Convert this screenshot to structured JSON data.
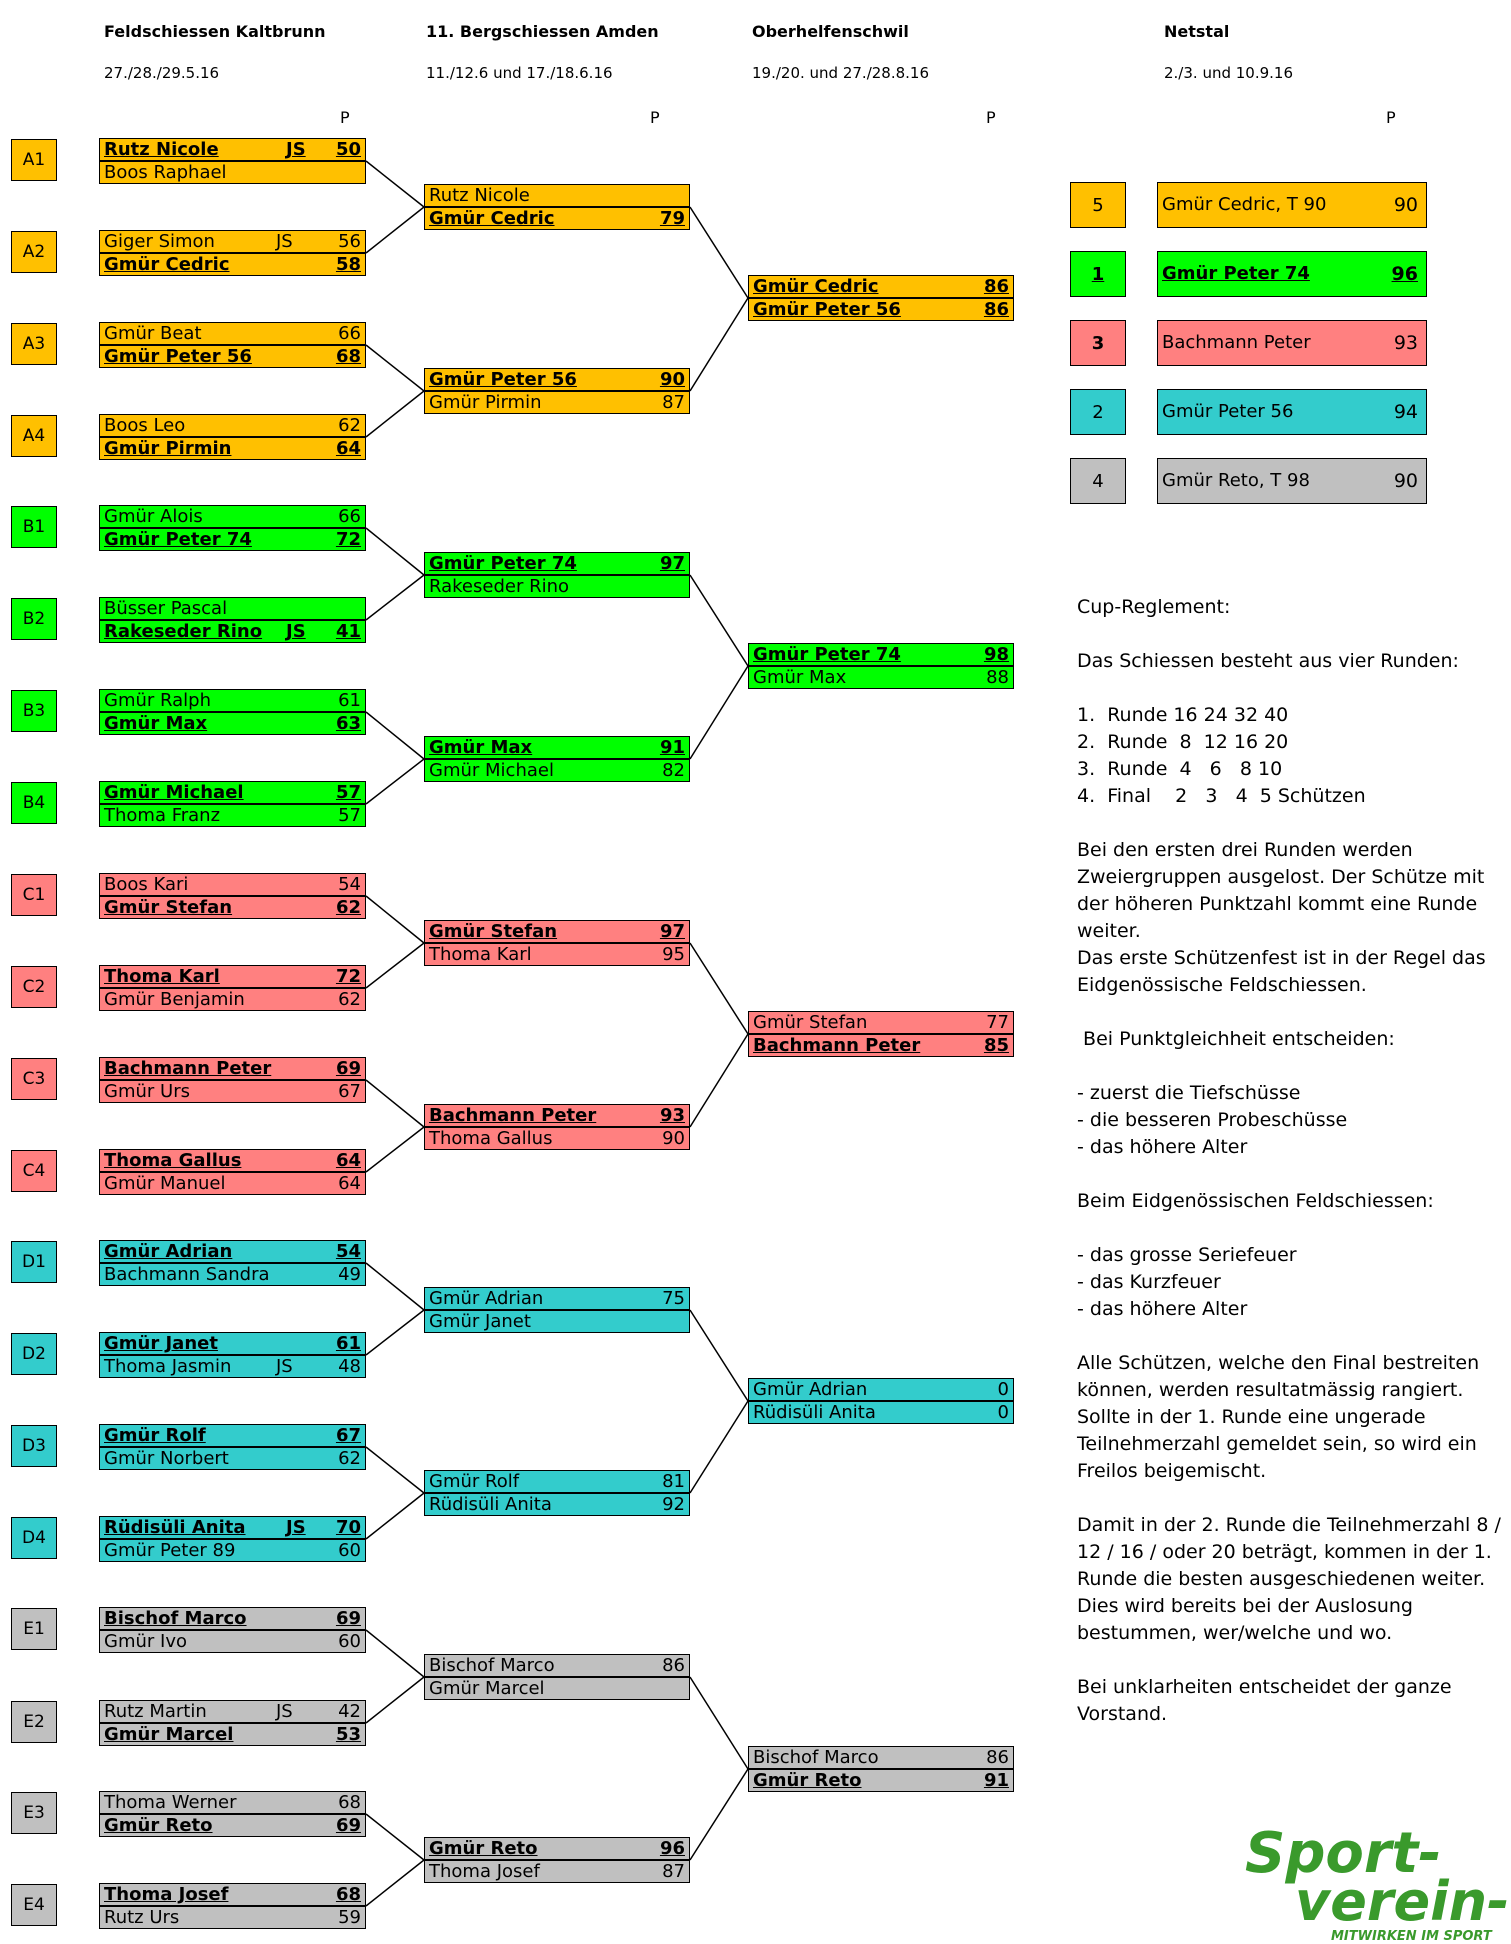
{
  "colors": {
    "A": "#FFC000",
    "B": "#00FF00",
    "C": "#FF8080",
    "D": "#33CCCC",
    "E": "#C0C0C0",
    "logo": "#3a9a2c"
  },
  "headers": [
    {
      "title": "Feldschiessen Kaltbrunn",
      "date": "27./28./29.5.16",
      "p": "P"
    },
    {
      "title": "11. Bergschiessen Amden",
      "date": "11./12.6 und 17./18.6.16",
      "p": "P"
    },
    {
      "title": "Oberhelfenschwil",
      "date": "19./20. und 27./28.8.16",
      "p": "P"
    },
    {
      "title": "Netstal",
      "date": "2./3. und 10.9.16",
      "p": "P"
    }
  ],
  "round1": [
    {
      "group": "A1",
      "rows": [
        {
          "name": "Rutz Nicole",
          "js": "JS",
          "points": "50",
          "winner": true
        },
        {
          "name": "Boos Raphael",
          "js": "",
          "points": "",
          "winner": false
        }
      ]
    },
    {
      "group": "A2",
      "rows": [
        {
          "name": "Giger Simon",
          "js": "JS",
          "points": "56",
          "winner": false
        },
        {
          "name": "Gmür Cedric",
          "js": "",
          "points": "58",
          "winner": true
        }
      ]
    },
    {
      "group": "A3",
      "rows": [
        {
          "name": "Gmür Beat",
          "js": "",
          "points": "66",
          "winner": false
        },
        {
          "name": "Gmür Peter 56",
          "js": "",
          "points": "68",
          "winner": true
        }
      ]
    },
    {
      "group": "A4",
      "rows": [
        {
          "name": "Boos Leo",
          "js": "",
          "points": "62",
          "winner": false
        },
        {
          "name": "Gmür Pirmin",
          "js": "",
          "points": "64",
          "winner": true
        }
      ]
    },
    {
      "group": "B1",
      "rows": [
        {
          "name": "Gmür Alois",
          "js": "",
          "points": "66",
          "winner": false
        },
        {
          "name": "Gmür Peter 74",
          "js": "",
          "points": "72",
          "winner": true
        }
      ]
    },
    {
      "group": "B2",
      "rows": [
        {
          "name": "Büsser Pascal",
          "js": "",
          "points": "",
          "winner": false
        },
        {
          "name": "Rakeseder Rino",
          "js": "JS",
          "points": "41",
          "winner": true
        }
      ]
    },
    {
      "group": "B3",
      "rows": [
        {
          "name": "Gmür Ralph",
          "js": "",
          "points": "61",
          "winner": false
        },
        {
          "name": "Gmür Max",
          "js": "",
          "points": "63",
          "winner": true
        }
      ]
    },
    {
      "group": "B4",
      "rows": [
        {
          "name": "Gmür Michael",
          "js": "",
          "points": "57",
          "winner": true
        },
        {
          "name": "Thoma Franz",
          "js": "",
          "points": "57",
          "winner": false
        }
      ]
    },
    {
      "group": "C1",
      "rows": [
        {
          "name": "Boos Kari",
          "js": "",
          "points": "54",
          "winner": false
        },
        {
          "name": "Gmür Stefan",
          "js": "",
          "points": "62",
          "winner": true
        }
      ]
    },
    {
      "group": "C2",
      "rows": [
        {
          "name": "Thoma Karl",
          "js": "",
          "points": "72",
          "winner": true
        },
        {
          "name": "Gmür Benjamin",
          "js": "",
          "points": "62",
          "winner": false
        }
      ]
    },
    {
      "group": "C3",
      "rows": [
        {
          "name": "Bachmann Peter",
          "js": "",
          "points": "69",
          "winner": true
        },
        {
          "name": "Gmür Urs",
          "js": "",
          "points": "67",
          "winner": false
        }
      ]
    },
    {
      "group": "C4",
      "rows": [
        {
          "name": "Thoma Gallus",
          "js": "",
          "points": "64",
          "winner": true
        },
        {
          "name": "Gmür Manuel",
          "js": "",
          "points": "64",
          "winner": false
        }
      ]
    },
    {
      "group": "D1",
      "rows": [
        {
          "name": "Gmür Adrian",
          "js": "",
          "points": "54",
          "winner": true
        },
        {
          "name": "Bachmann Sandra",
          "js": "",
          "points": "49",
          "winner": false
        }
      ]
    },
    {
      "group": "D2",
      "rows": [
        {
          "name": "Gmür Janet",
          "js": "",
          "points": "61",
          "winner": true
        },
        {
          "name": "Thoma Jasmin",
          "js": "JS",
          "points": "48",
          "winner": false
        }
      ]
    },
    {
      "group": "D3",
      "rows": [
        {
          "name": "Gmür Rolf",
          "js": "",
          "points": "67",
          "winner": true
        },
        {
          "name": "Gmür Norbert",
          "js": "",
          "points": "62",
          "winner": false
        }
      ]
    },
    {
      "group": "D4",
      "rows": [
        {
          "name": "Rüdisüli Anita",
          "js": "JS",
          "points": "70",
          "winner": true
        },
        {
          "name": "Gmür Peter 89",
          "js": "",
          "points": "60",
          "winner": false
        }
      ]
    },
    {
      "group": "E1",
      "rows": [
        {
          "name": "Bischof Marco",
          "js": "",
          "points": "69",
          "winner": true
        },
        {
          "name": "Gmür Ivo",
          "js": "",
          "points": "60",
          "winner": false
        }
      ]
    },
    {
      "group": "E2",
      "rows": [
        {
          "name": "Rutz Martin",
          "js": "JS",
          "points": "42",
          "winner": false
        },
        {
          "name": "Gmür Marcel",
          "js": "",
          "points": "53",
          "winner": true
        }
      ]
    },
    {
      "group": "E3",
      "rows": [
        {
          "name": "Thoma Werner",
          "js": "",
          "points": "68",
          "winner": false
        },
        {
          "name": "Gmür Reto",
          "js": "",
          "points": "69",
          "winner": true
        }
      ]
    },
    {
      "group": "E4",
      "rows": [
        {
          "name": "Thoma Josef",
          "js": "",
          "points": "68",
          "winner": true
        },
        {
          "name": "Rutz Urs",
          "js": "",
          "points": "59",
          "winner": false
        }
      ]
    }
  ],
  "round2": [
    {
      "rows": [
        {
          "name": "Rutz Nicole",
          "points": "",
          "winner": false
        },
        {
          "name": "Gmür Cedric",
          "points": "79",
          "winner": true
        }
      ]
    },
    {
      "rows": [
        {
          "name": "Gmür Peter 56",
          "points": "90",
          "winner": true
        },
        {
          "name": "Gmür Pirmin",
          "points": "87",
          "winner": false
        }
      ]
    },
    {
      "rows": [
        {
          "name": "Gmür Peter 74",
          "points": "97",
          "winner": true
        },
        {
          "name": "Rakeseder Rino",
          "points": "",
          "winner": false
        }
      ]
    },
    {
      "rows": [
        {
          "name": "Gmür Max",
          "points": "91",
          "winner": true
        },
        {
          "name": "Gmür Michael",
          "points": "82",
          "winner": false
        }
      ]
    },
    {
      "rows": [
        {
          "name": "Gmür Stefan",
          "points": "97",
          "winner": true
        },
        {
          "name": "Thoma Karl",
          "points": "95",
          "winner": false
        }
      ]
    },
    {
      "rows": [
        {
          "name": "Bachmann Peter",
          "points": "93",
          "winner": true
        },
        {
          "name": "Thoma Gallus",
          "points": "90",
          "winner": false
        }
      ]
    },
    {
      "rows": [
        {
          "name": "Gmür Adrian",
          "points": "75",
          "winner": false
        },
        {
          "name": "Gmür Janet",
          "points": "",
          "winner": false
        }
      ]
    },
    {
      "rows": [
        {
          "name": "Gmür Rolf",
          "points": "81",
          "winner": false
        },
        {
          "name": "Rüdisüli Anita",
          "points": "92",
          "winner": false
        }
      ]
    },
    {
      "rows": [
        {
          "name": "Bischof Marco",
          "points": "86",
          "winner": false
        },
        {
          "name": "Gmür Marcel",
          "points": "",
          "winner": false
        }
      ]
    },
    {
      "rows": [
        {
          "name": "Gmür Reto",
          "points": "96",
          "winner": true
        },
        {
          "name": "Thoma Josef",
          "points": "87",
          "winner": false
        }
      ]
    }
  ],
  "round3": [
    {
      "rows": [
        {
          "name": "Gmür Cedric",
          "points": "86",
          "winner": true
        },
        {
          "name": "Gmür Peter 56",
          "points": "86",
          "winner": true
        }
      ]
    },
    {
      "rows": [
        {
          "name": "Gmür Peter 74",
          "points": "98",
          "winner": true
        },
        {
          "name": "Gmür Max",
          "points": "88",
          "winner": false
        }
      ]
    },
    {
      "rows": [
        {
          "name": "Gmür Stefan",
          "points": "77",
          "winner": false
        },
        {
          "name": "Bachmann Peter",
          "points": "85",
          "winner": true
        }
      ]
    },
    {
      "rows": [
        {
          "name": "Gmür Adrian",
          "points": "0",
          "winner": false
        },
        {
          "name": "Rüdisüli Anita",
          "points": "0",
          "winner": false
        }
      ]
    },
    {
      "rows": [
        {
          "name": "Bischof Marco",
          "points": "86",
          "winner": false
        },
        {
          "name": "Gmür Reto",
          "points": "91",
          "winner": true
        }
      ]
    }
  ],
  "final": [
    {
      "rank": "5",
      "name": "Gmür Cedric, T 90",
      "points": "90",
      "bold": false
    },
    {
      "rank": "1",
      "name": "Gmür Peter 74",
      "points": "96",
      "bold": true
    },
    {
      "rank": "3",
      "name": "Bachmann Peter",
      "points": "93",
      "bold": false,
      "rankBold": true
    },
    {
      "rank": "2",
      "name": "Gmür Peter 56",
      "points": "94",
      "bold": false
    },
    {
      "rank": "4",
      "name": "Gmür Reto, T 98",
      "points": "90",
      "bold": false
    }
  ],
  "rules": [
    "Cup-Reglement:",
    "",
    "Das Schiessen besteht aus vier Runden:",
    "",
    "1.  Runde 16 24 32 40",
    "2.  Runde  8  12 16 20",
    "3.  Runde  4   6   8 10",
    "4.  Final    2   3   4  5 Schützen",
    "",
    "Bei den ersten drei Runden werden Zweiergruppen ausgelost. Der Schütze mit der höheren Punktzahl kommt eine Runde weiter.",
    "Das erste Schützenfest ist in der Regel das Eidgenössische Feldschiessen.",
    "",
    " Bei Punktgleichheit entscheiden:",
    "",
    "- zuerst die Tiefschüsse",
    "- die besseren Probeschüsse",
    "- das höhere Alter",
    "",
    "Beim Eidgenössischen Feldschiessen:",
    "",
    "- das grosse Seriefeuer",
    "- das Kurzfeuer",
    "- das höhere Alter",
    "",
    "Alle Schützen, welche den Final bestreiten können, werden resultatmässig rangiert.",
    "Sollte in der 1. Runde eine ungerade Teilnehmerzahl gemeldet sein, so wird ein Freilos beigemischt.",
    "",
    "Damit in der 2. Runde die Teilnehmerzahl 8 / 12 / 16 / oder 20 beträgt, kommen in der 1. Runde die besten ausgeschiedenen weiter. Dies wird bereits bei der Auslosung bestummen, wer/welche und wo.",
    "",
    "Bei unklarheiten entscheidet der ganze Vorstand."
  ],
  "logo": {
    "line1": "Sport-",
    "line2": "verein-t",
    "line3": "MITWIRKEN IM SPORT"
  }
}
